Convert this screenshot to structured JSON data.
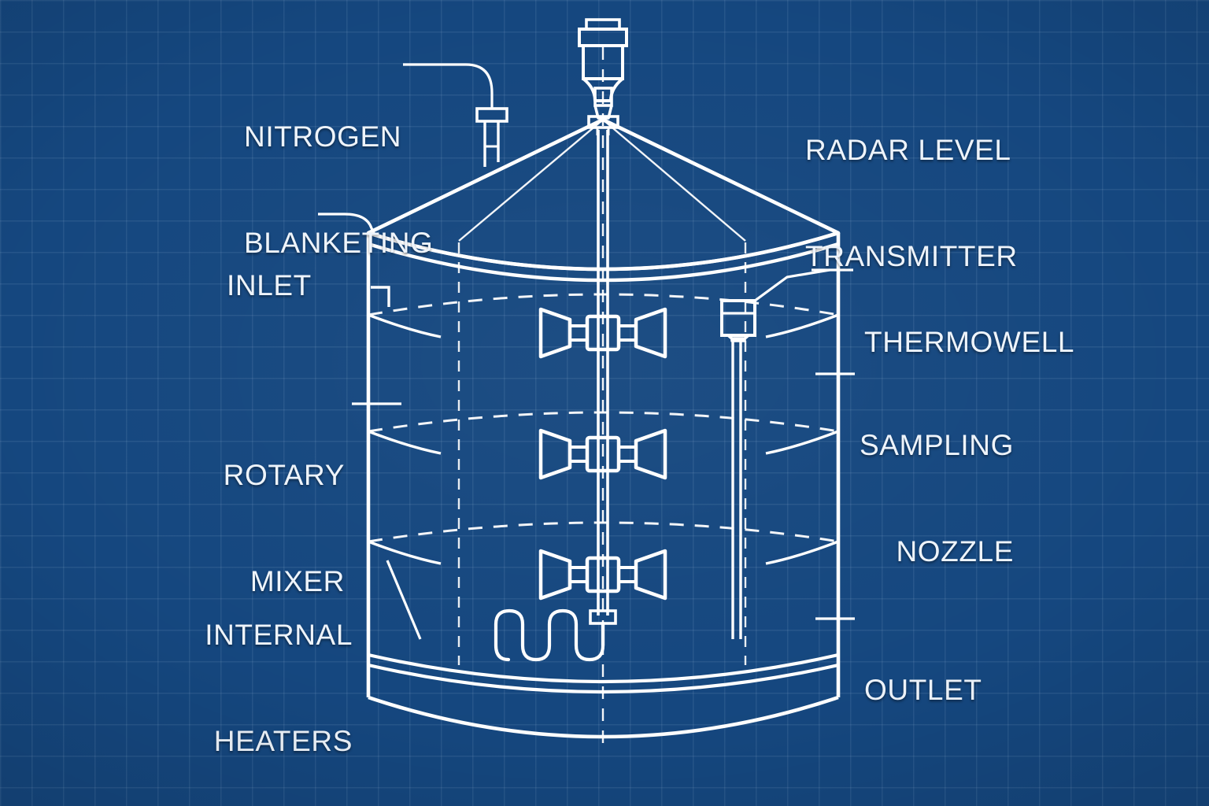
{
  "diagram": {
    "title": "Industrial Storage Tank Blueprint",
    "style": "blueprint",
    "colors": {
      "background": "#15477f",
      "grid_line": "#2a5a93",
      "line": "#ffffff",
      "text": "#eef4fb"
    }
  },
  "labels": {
    "nitrogen_blanketing": {
      "line1": "NITROGEN",
      "line2": "BLANKETING",
      "align": "left"
    },
    "radar_level_transmitter": {
      "line1": "RADAR LEVEL",
      "line2": "TRANSMITTER",
      "align": "left"
    },
    "inlet": {
      "line1": "INLET",
      "align": "left"
    },
    "thermowell": {
      "line1": "THERMOWELL",
      "align": "left"
    },
    "sampling_nozzle": {
      "line1": "SAMPLING",
      "line2": "NOZZLE",
      "align": "right"
    },
    "rotary_mixer": {
      "line1": "ROTARY",
      "line2": "MIXER",
      "align": "right"
    },
    "internal_heaters": {
      "line1": "INTERNAL",
      "line2": "HEATERS",
      "align": "right"
    },
    "outlet": {
      "line1": "OUTLET",
      "align": "left"
    }
  },
  "components": [
    {
      "id": "radar-level-transmitter",
      "name": "Radar Level Transmitter",
      "position": "tank-apex"
    },
    {
      "id": "nitrogen-blanketing-nozzle",
      "name": "Nitrogen Blanketing Nozzle",
      "position": "dome-left"
    },
    {
      "id": "inlet-nozzle",
      "name": "Inlet",
      "position": "shell-top-left"
    },
    {
      "id": "thermowell",
      "name": "Thermowell",
      "position": "shell-right-upper"
    },
    {
      "id": "sampling-nozzle",
      "name": "Sampling Nozzle",
      "position": "shell-right-mid"
    },
    {
      "id": "rotary-mixer",
      "name": "Rotary Mixer",
      "position": "tank-center"
    },
    {
      "id": "internal-heaters",
      "name": "Internal Heaters",
      "position": "tank-bottom-center"
    },
    {
      "id": "outlet-nozzle",
      "name": "Outlet",
      "position": "shell-right-lower"
    }
  ],
  "mixer": {
    "impeller_count": 3,
    "impeller_y": [
      423,
      577,
      730
    ]
  },
  "tank": {
    "shell_rings": 4,
    "heater_coil_loops": 5
  }
}
